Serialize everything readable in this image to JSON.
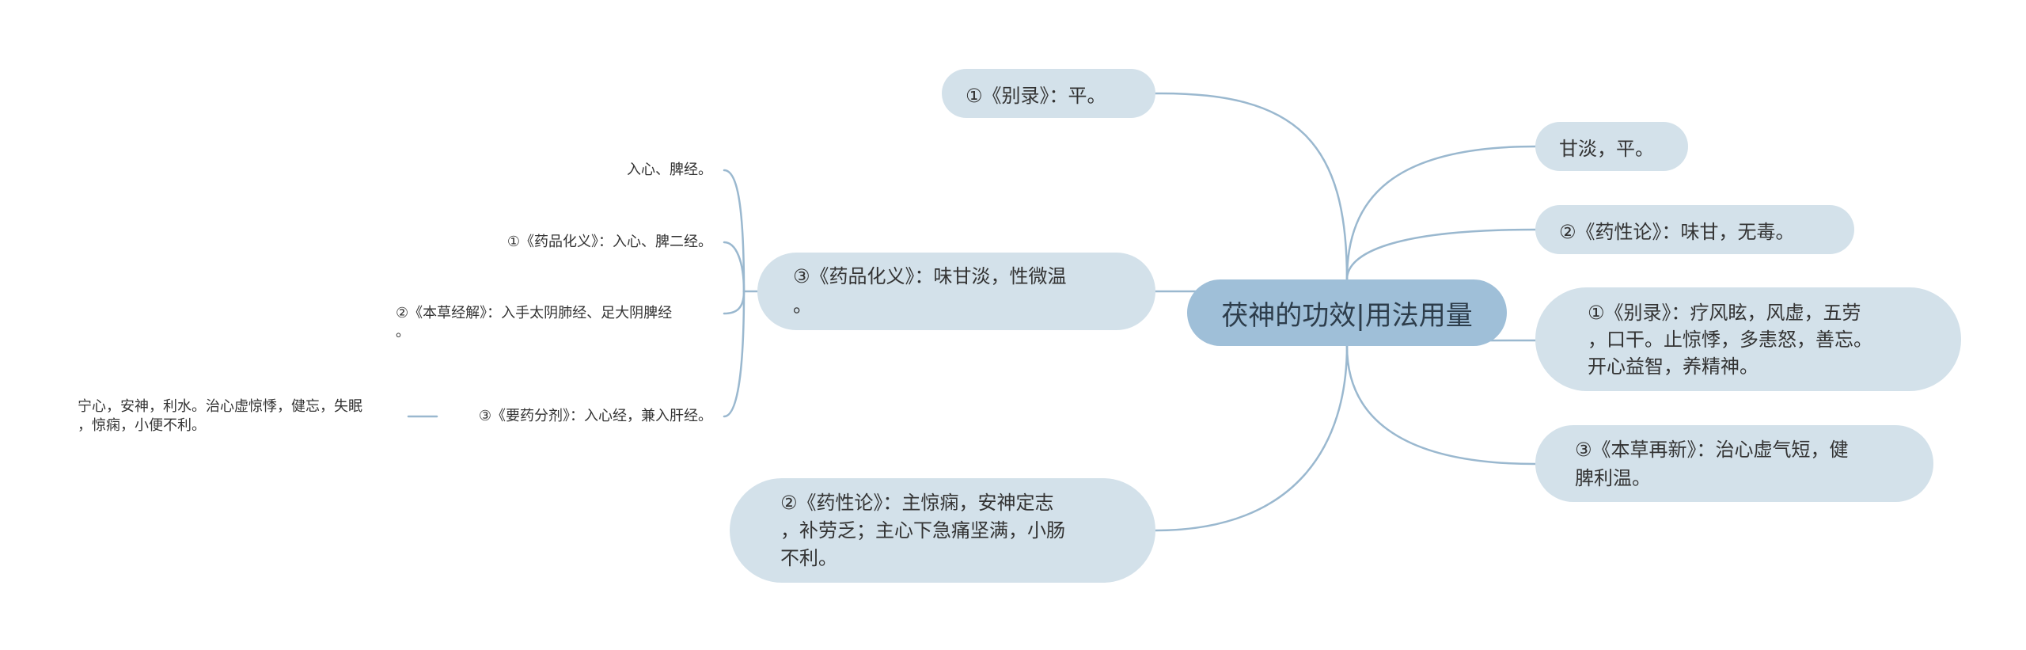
{
  "root": {
    "label": "茯神的功效|用法用量"
  },
  "left_branches": [
    {
      "label": "①《别录》：平。"
    },
    {
      "label": "③《药品化义》：味甘淡，性微温\n。",
      "children": [
        {
          "label": "入心、脾经。"
        },
        {
          "label": "①《药品化义》：入心、脾二经。"
        },
        {
          "label": "②《本草经解》：入手太阴肺经、足大阴脾经\n。"
        },
        {
          "label": "③《要药分剂》：入心经，兼入肝经。",
          "children": [
            {
              "label": "宁心，安神，利水。治心虚惊悸，健忘，失眠\n，惊痫，小便不利。"
            }
          ]
        }
      ]
    },
    {
      "label": "②《药性论》：主惊痫，安神定志\n，补劳乏；主心下急痛坚满，小肠\n不利。"
    }
  ],
  "right_branches": [
    {
      "label": "甘淡，平。"
    },
    {
      "label": "②《药性论》：味甘，无毒。"
    },
    {
      "label": "①《别录》：疗风眩，风虚，五劳\n，口干。止惊悸，多恚怒，善忘。\n开心益智，养精神。"
    },
    {
      "label": "③《本草再新》：治心虚气短，健\n脾利温。"
    }
  ],
  "colors": {
    "root_fill": "#9fbfd8",
    "node_fill": "#d3e1ea",
    "line": "#9ab8cf",
    "text": "#333333"
  }
}
